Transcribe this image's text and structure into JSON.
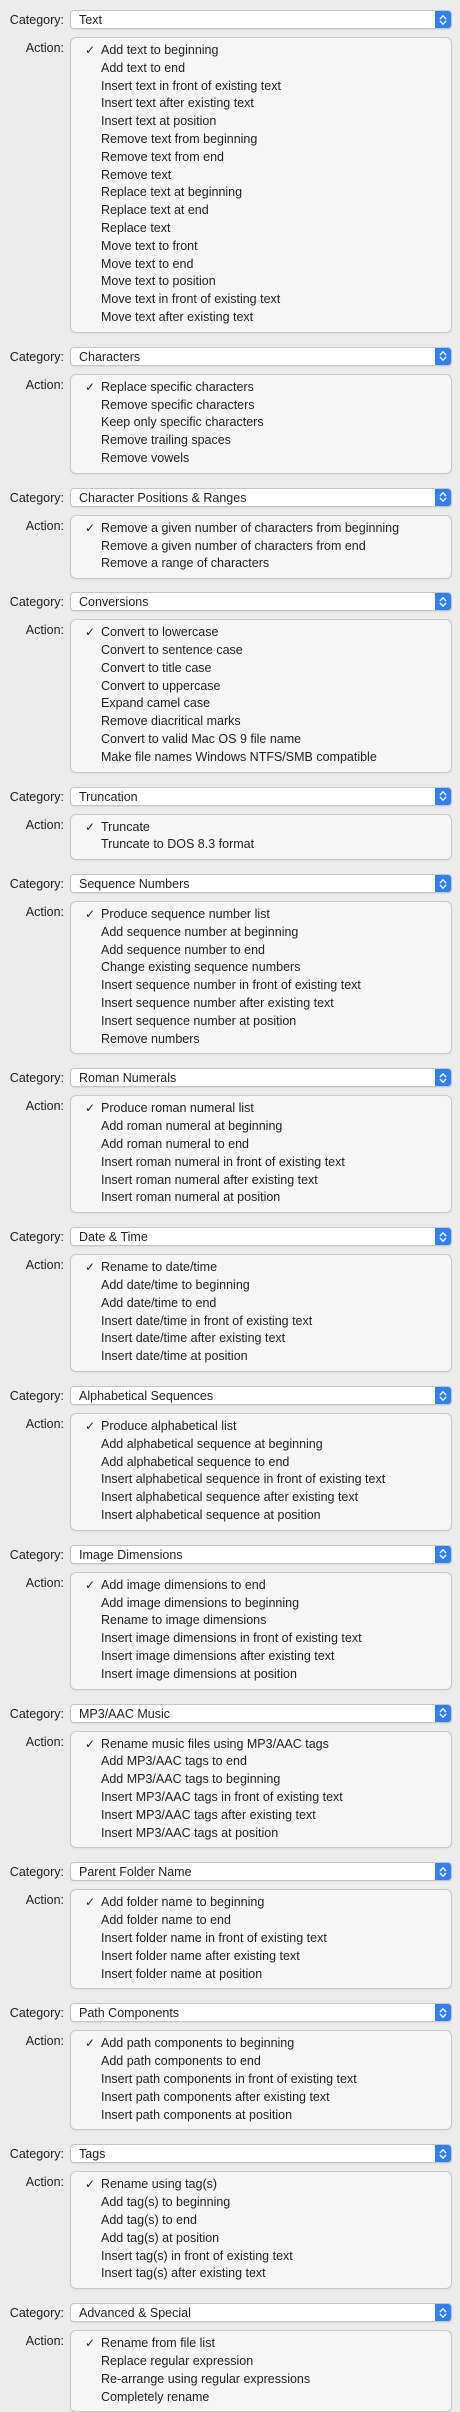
{
  "labels": {
    "category": "Category:",
    "action": "Action:"
  },
  "colors": {
    "accent": "#2f7ff5",
    "panel": "#f6f6f6",
    "window": "#ececec"
  },
  "icons": {
    "popup": "up-down-chevrons-icon",
    "selected": "checkmark-icon"
  },
  "sections": [
    {
      "category": "Text",
      "selected": 0,
      "actions": [
        "Add text to beginning",
        "Add text to end",
        "Insert text in front of existing text",
        "Insert text after existing text",
        "Insert text at position",
        "Remove text from beginning",
        "Remove text from end",
        "Remove text",
        "Replace text at beginning",
        "Replace text at end",
        "Replace text",
        "Move text to front",
        "Move text to end",
        "Move text to position",
        "Move text in front of existing text",
        "Move text after existing text"
      ]
    },
    {
      "category": "Characters",
      "selected": 0,
      "actions": [
        "Replace specific characters",
        "Remove specific characters",
        "Keep only specific characters",
        "Remove trailing spaces",
        "Remove vowels"
      ]
    },
    {
      "category": "Character Positions & Ranges",
      "selected": 0,
      "actions": [
        "Remove a given number of characters from beginning",
        "Remove a given number of characters from end",
        "Remove a range of characters"
      ]
    },
    {
      "category": "Conversions",
      "selected": 0,
      "actions": [
        "Convert to lowercase",
        "Convert to sentence case",
        "Convert to title case",
        "Convert to uppercase",
        "Expand camel case",
        "Remove diacritical marks",
        "Convert to valid Mac OS 9 file name",
        "Make file names Windows NTFS/SMB compatible"
      ]
    },
    {
      "category": "Truncation",
      "selected": 0,
      "actions": [
        "Truncate",
        "Truncate to DOS 8.3 format"
      ]
    },
    {
      "category": "Sequence Numbers",
      "selected": 0,
      "actions": [
        "Produce sequence number list",
        "Add sequence number at beginning",
        "Add sequence number to end",
        "Change existing sequence numbers",
        "Insert sequence number in front of existing text",
        "Insert sequence number after existing text",
        "Insert sequence number at position",
        "Remove numbers"
      ]
    },
    {
      "category": "Roman Numerals",
      "selected": 0,
      "actions": [
        "Produce roman numeral list",
        "Add roman numeral at beginning",
        "Add roman numeral to end",
        "Insert roman numeral in front of existing text",
        "Insert roman numeral after existing text",
        "Insert roman numeral at position"
      ]
    },
    {
      "category": "Date & Time",
      "selected": 0,
      "actions": [
        "Rename to date/time",
        "Add date/time to beginning",
        "Add date/time to end",
        "Insert date/time in front of existing text",
        "Insert date/time after existing text",
        "Insert date/time at position"
      ]
    },
    {
      "category": "Alphabetical Sequences",
      "selected": 0,
      "actions": [
        "Produce alphabetical list",
        "Add alphabetical sequence at beginning",
        "Add alphabetical sequence to end",
        "Insert alphabetical sequence in front of existing text",
        "Insert alphabetical sequence after existing text",
        "Insert alphabetical sequence at position"
      ]
    },
    {
      "category": "Image Dimensions",
      "selected": 0,
      "actions": [
        "Add image dimensions to end",
        "Add image dimensions to beginning",
        "Rename to image dimensions",
        "Insert image dimensions in front of existing text",
        "Insert image dimensions after existing text",
        "Insert image dimensions at position"
      ]
    },
    {
      "category": "MP3/AAC Music",
      "selected": 0,
      "actions": [
        "Rename music files using MP3/AAC tags",
        "Add MP3/AAC tags to end",
        "Add MP3/AAC tags to beginning",
        "Insert MP3/AAC tags in front of existing text",
        "Insert MP3/AAC tags after existing text",
        "Insert MP3/AAC tags at position"
      ]
    },
    {
      "category": "Parent Folder Name",
      "selected": 0,
      "actions": [
        "Add folder name to beginning",
        "Add folder name to end",
        "Insert folder name in front of existing text",
        "Insert folder name after existing text",
        "Insert folder name at position"
      ]
    },
    {
      "category": "Path Components",
      "selected": 0,
      "actions": [
        "Add path components to beginning",
        "Add path components to end",
        "Insert path components in front of existing text",
        "Insert path components after existing text",
        "Insert path components at position"
      ]
    },
    {
      "category": "Tags",
      "selected": 0,
      "actions": [
        "Rename using tag(s)",
        "Add tag(s) to beginning",
        "Add tag(s) to end",
        "Add tag(s) at position",
        "Insert tag(s) in front of existing text",
        "Insert tag(s) after existing text"
      ]
    },
    {
      "category": "Advanced & Special",
      "selected": 0,
      "actions": [
        "Rename from file list",
        "Replace regular expression",
        "Re-arrange using regular expressions",
        "Completely rename"
      ]
    }
  ]
}
